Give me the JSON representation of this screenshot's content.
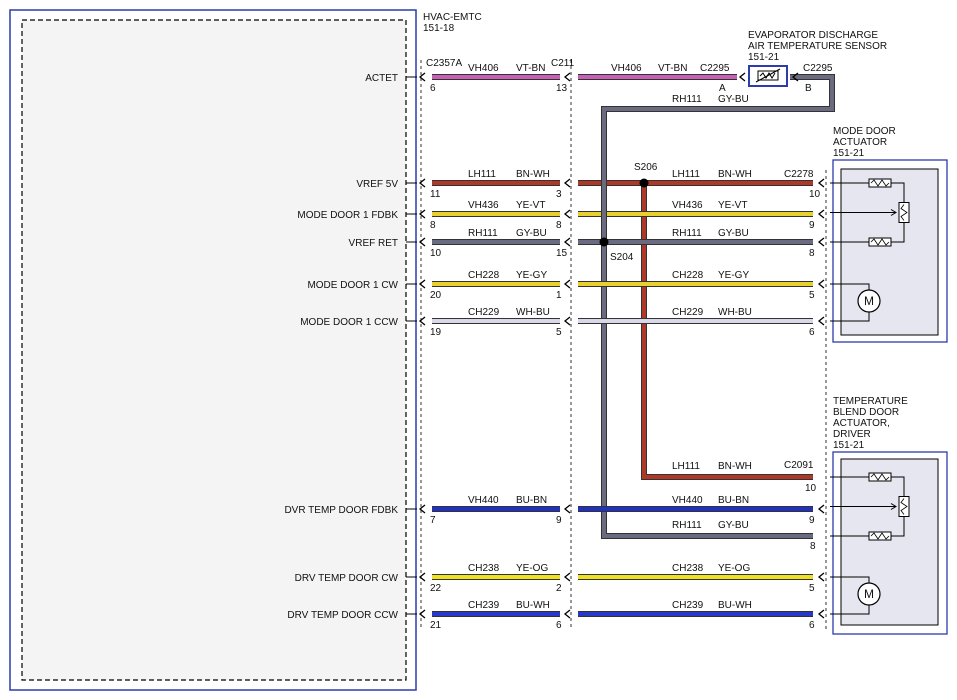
{
  "module": {
    "name": "HVAC-EMTC",
    "page_ref": "151-18",
    "connector": "C2357A"
  },
  "inline_connector": "C211",
  "components": {
    "evap_sensor": {
      "title_line1": "EVAPORATOR DISCHARGE",
      "title_line2": "AIR TEMPERATURE SENSOR",
      "page_ref": "151-21",
      "connector_in": "C2295",
      "connector_out": "C2295",
      "pin_a": "A",
      "pin_b": "B"
    },
    "mode_door": {
      "title_line1": "MODE DOOR",
      "title_line2": "ACTUATOR",
      "page_ref": "151-21",
      "connector": "C2278"
    },
    "temp_door": {
      "title_line1": "TEMPERATURE",
      "title_line2": "BLEND DOOR",
      "title_line3": "ACTUATOR,",
      "title_line4": "DRIVER",
      "page_ref": "151-21",
      "connector": "C2091"
    }
  },
  "splices": {
    "s206": "S206",
    "s204": "S204"
  },
  "motor_symbol": "M",
  "circuits": [
    {
      "pin_name": "ACTET",
      "module_pin": "6",
      "inline_pin": "13",
      "circuit": "VH406",
      "color_code": "VT-BN",
      "color": "#c860b4",
      "right_circuit": "VH406",
      "right_color_code": "VT-BN",
      "device_pin": "A"
    },
    {
      "pin_name": "VREF 5V",
      "module_pin": "11",
      "inline_pin": "3",
      "circuit": "LH111",
      "color_code": "BN-WH",
      "color": "#b03828",
      "right_circuit": "LH111",
      "right_color_code": "BN-WH",
      "device_pin": "10"
    },
    {
      "pin_name": "MODE DOOR 1 FDBK",
      "module_pin": "8",
      "inline_pin": "8",
      "circuit": "VH436",
      "color_code": "YE-VT",
      "color": "#e8d030",
      "right_circuit": "VH436",
      "right_color_code": "YE-VT",
      "device_pin": "9"
    },
    {
      "pin_name": "VREF RET",
      "module_pin": "10",
      "inline_pin": "15",
      "circuit": "RH111",
      "color_code": "GY-BU",
      "color": "#6a6a80",
      "right_circuit": "RH111",
      "right_color_code": "GY-BU",
      "device_pin": "8"
    },
    {
      "pin_name": "MODE DOOR 1 CW",
      "module_pin": "20",
      "inline_pin": "1",
      "circuit": "CH228",
      "color_code": "YE-GY",
      "color": "#e8d030",
      "right_circuit": "CH228",
      "right_color_code": "YE-GY",
      "device_pin": "5"
    },
    {
      "pin_name": "MODE DOOR 1 CCW",
      "module_pin": "19",
      "inline_pin": "5",
      "circuit": "CH229",
      "color_code": "WH-BU",
      "color": "#d8d8e8",
      "right_circuit": "CH229",
      "right_color_code": "WH-BU",
      "device_pin": "6"
    },
    {
      "pin_name": "DVR TEMP DOOR FDBK",
      "module_pin": "7",
      "inline_pin": "9",
      "circuit": "VH440",
      "color_code": "BU-BN",
      "color": "#2030c0",
      "right_circuit": "VH440",
      "right_color_code": "BU-BN",
      "device_pin": "9"
    },
    {
      "pin_name": "DRV TEMP DOOR CW",
      "module_pin": "22",
      "inline_pin": "2",
      "circuit": "CH238",
      "color_code": "YE-OG",
      "color": "#f0e020",
      "right_circuit": "CH238",
      "right_color_code": "YE-OG",
      "device_pin": "5"
    },
    {
      "pin_name": "DRV TEMP DOOR CCW",
      "module_pin": "21",
      "inline_pin": "6",
      "circuit": "CH239",
      "color_code": "BU-WH",
      "color": "#2838c8",
      "right_circuit": "CH239",
      "right_color_code": "BU-WH",
      "device_pin": "6"
    }
  ],
  "branches": {
    "evap_return": {
      "circuit": "RH111",
      "color_code": "GY-BU",
      "color": "#6a6a80"
    },
    "temp_vref": {
      "circuit": "LH111",
      "color_code": "BN-WH",
      "device_pin": "10",
      "color": "#b03828"
    },
    "temp_ret": {
      "circuit": "RH111",
      "color_code": "GY-BU",
      "device_pin": "8",
      "color": "#6a6a80"
    }
  },
  "colors": {
    "frame_blue": "#2c3caa",
    "component_fill": "#e6e6f0",
    "splice": "#000000"
  }
}
